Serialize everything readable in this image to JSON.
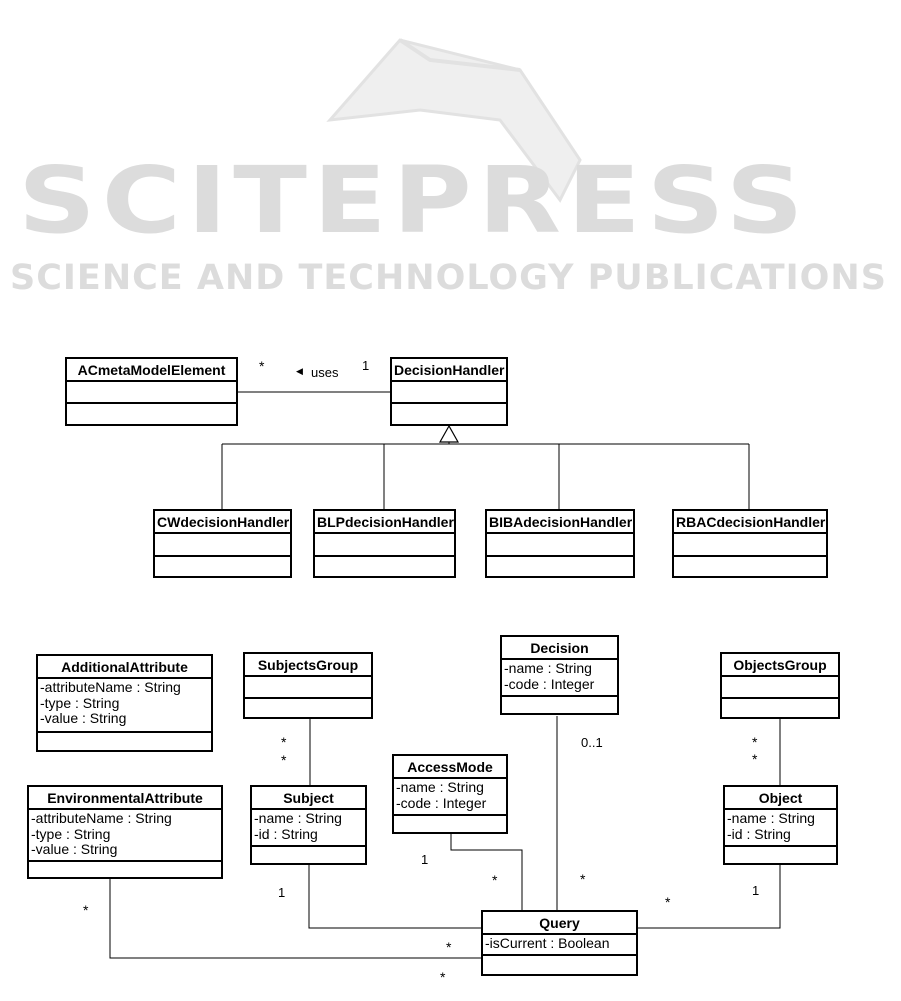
{
  "watermark": {
    "brand": "SCITEPRESS",
    "tagline": "SCIENCE AND TECHNOLOGY PUBLICATIONS"
  },
  "classes": {
    "acmeta": {
      "name": "ACmetaModelElement",
      "attributes": []
    },
    "decision_handler": {
      "name": "DecisionHandler",
      "attributes": []
    },
    "cw": {
      "name": "CWdecisionHandler",
      "attributes": []
    },
    "blp": {
      "name": "BLPdecisionHandler",
      "attributes": []
    },
    "biba": {
      "name": "BIBAdecisionHandler",
      "attributes": []
    },
    "rbac": {
      "name": "RBACdecisionHandler",
      "attributes": []
    },
    "additional_attribute": {
      "name": "AdditionalAttribute",
      "attributes": [
        "-attributeName : String",
        "-type : String",
        "-value : String"
      ]
    },
    "subjects_group": {
      "name": "SubjectsGroup",
      "attributes": []
    },
    "decision": {
      "name": "Decision",
      "attributes": [
        "-name : String",
        "-code : Integer"
      ]
    },
    "objects_group": {
      "name": "ObjectsGroup",
      "attributes": []
    },
    "access_mode": {
      "name": "AccessMode",
      "attributes": [
        "-name : String",
        "-code : Integer"
      ]
    },
    "environmental_attribute": {
      "name": "EnvironmentalAttribute",
      "attributes": [
        "-attributeName : String",
        "-type : String",
        "-value : String"
      ]
    },
    "subject": {
      "name": "Subject",
      "attributes": [
        "-name : String",
        "-id : String"
      ]
    },
    "object": {
      "name": "Object",
      "attributes": [
        "-name : String",
        "-id : String"
      ]
    },
    "query": {
      "name": "Query",
      "attributes": [
        "-isCurrent : Boolean"
      ]
    }
  },
  "labels": {
    "uses_mult_left": "*",
    "uses": "uses",
    "uses_mult_right": "1",
    "sg_star1": "*",
    "sg_star2": "*",
    "og_star1": "*",
    "og_star2": "*",
    "decision_mult": "0..1",
    "access_mult": "1",
    "access_query_star": "*",
    "decision_query_star": "*",
    "subject_mult": "1",
    "object_mult": "1",
    "object_query_star": "*",
    "env_star": "*",
    "env_query_star": "*",
    "query_bottom_star": "*"
  }
}
